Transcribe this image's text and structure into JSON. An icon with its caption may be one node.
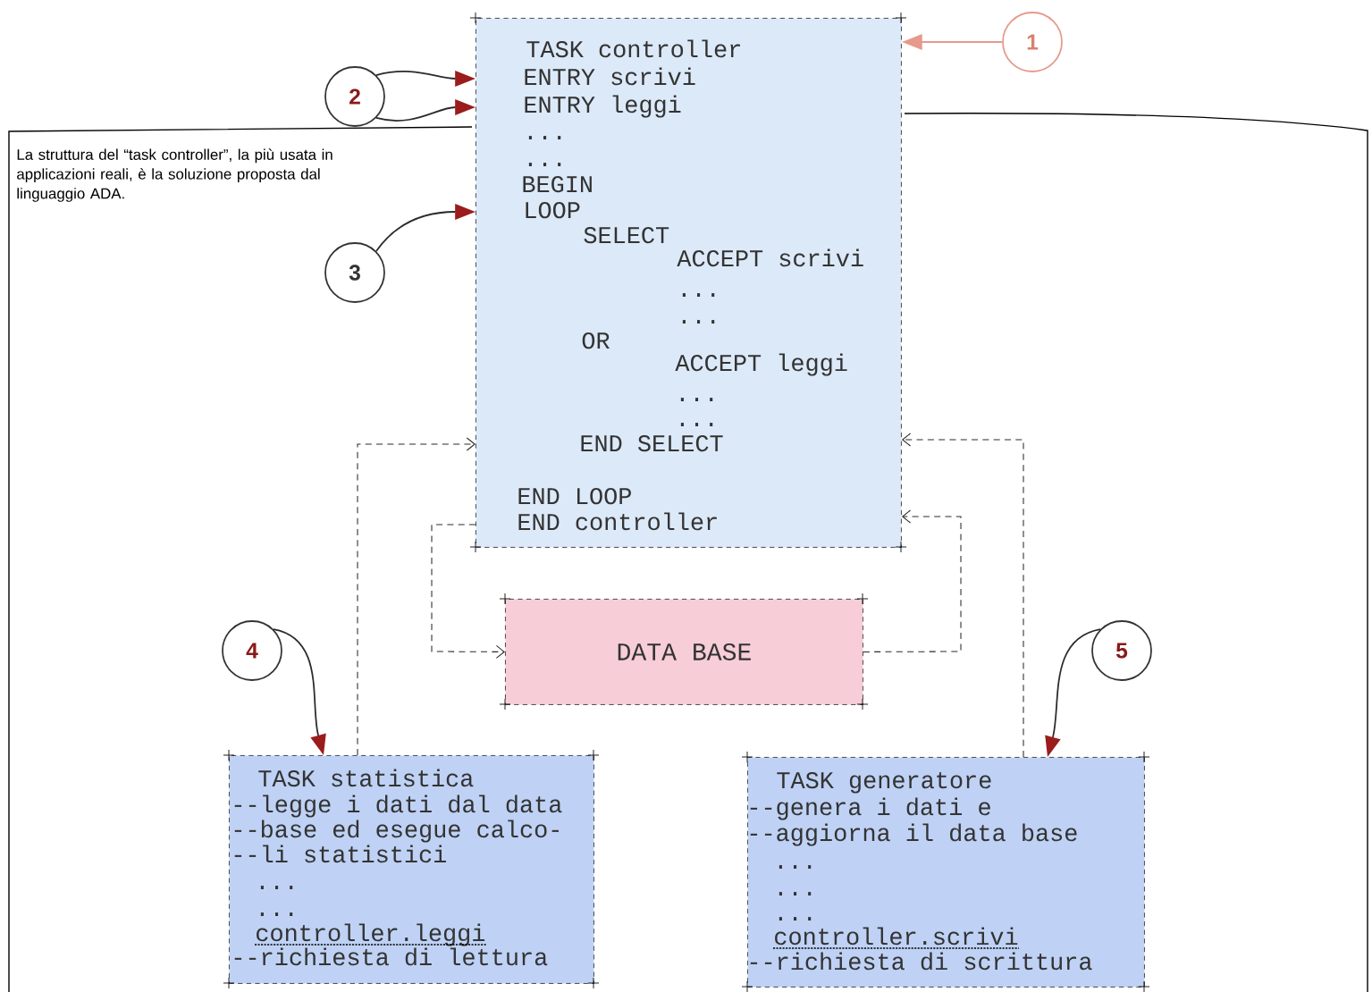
{
  "diagram": {
    "caption": "La struttura del “task controller”, la più usata in applicazioni reali, è la soluzione proposta dal linguaggio ADA.",
    "nodes": [
      {
        "text": [
          "TASK controller",
          "ENTRY scrivi",
          "ENTRY leggi",
          "...",
          "...",
          "BEGIN",
          "LOOP",
          "SELECT",
          "ACCEPT scrivi",
          "...",
          "...",
          "OR",
          "ACCEPT leggi",
          "...",
          "...",
          "END SELECT",
          "END LOOP",
          "END controller"
        ]
      },
      {
        "text": [
          "1"
        ]
      },
      {
        "text": [
          "2"
        ]
      },
      {
        "text": [
          "3"
        ]
      },
      {
        "text": [
          "4"
        ]
      },
      {
        "text": [
          "5"
        ]
      },
      {
        "text": [
          "DATA BASE"
        ]
      },
      {
        "text": [
          "TASK statistica",
          "--legge i dati dal data",
          "--base ed esegue calco-",
          "--li statistici",
          "...",
          "...",
          "controller.leggi",
          "--richiesta di lettura"
        ]
      },
      {
        "text": [
          "TASK generatore",
          "--genera i dati e",
          "--aggiorna il data base",
          "...",
          "...",
          "...",
          "controller.scrivi",
          "--richiesta di scrittura"
        ]
      }
    ],
    "edges": [
      {
        "from": 1,
        "to": 0,
        "arrow": "to",
        "color": "#e59a8c"
      },
      {
        "from": 2,
        "to": 0,
        "arrow": "to"
      },
      {
        "from": 2,
        "to": 0,
        "arrow": "to"
      },
      {
        "from": 3,
        "to": 0,
        "arrow": "to"
      },
      {
        "from": 4,
        "to": 7,
        "arrow": "to"
      },
      {
        "from": 5,
        "to": 8,
        "arrow": "to"
      },
      {
        "from": 7,
        "to": 0,
        "arrow": "to",
        "style": "dashed"
      },
      {
        "from": 0,
        "to": 6,
        "arrow": "to",
        "style": "dashed"
      },
      {
        "from": 6,
        "to": 0,
        "arrow": "to",
        "style": "dashed"
      },
      {
        "from": 8,
        "to": 0,
        "arrow": "to",
        "style": "dashed"
      }
    ]
  }
}
